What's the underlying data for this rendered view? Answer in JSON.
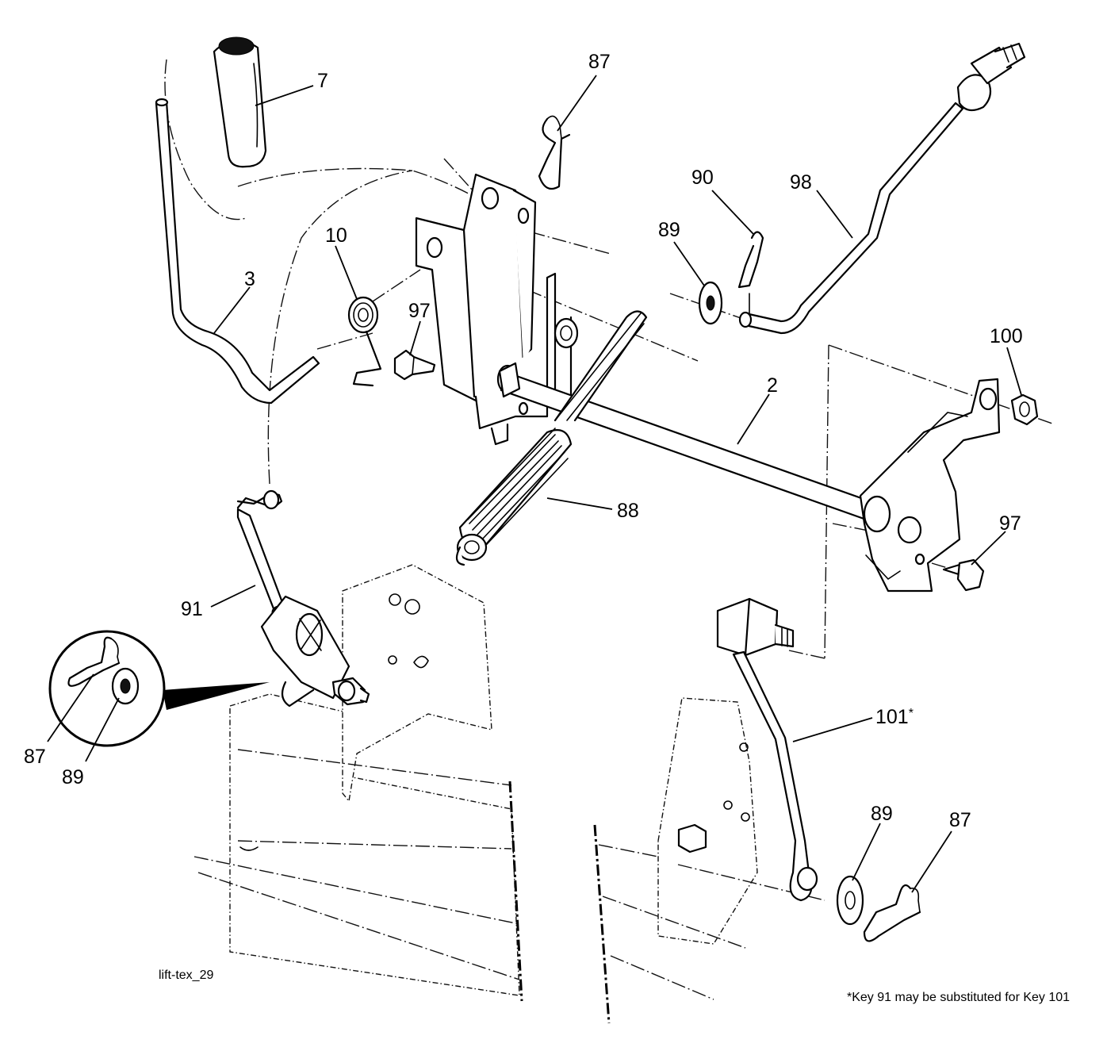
{
  "diagram": {
    "figure_id": "lift-tex_29",
    "footnote": "*Key 91 may be substituted for Key 101",
    "callouts": [
      {
        "id": "7",
        "text": "7"
      },
      {
        "id": "87a",
        "text": "87"
      },
      {
        "id": "90",
        "text": "90"
      },
      {
        "id": "98",
        "text": "98"
      },
      {
        "id": "89a",
        "text": "89"
      },
      {
        "id": "10",
        "text": "10"
      },
      {
        "id": "3",
        "text": "3"
      },
      {
        "id": "97a",
        "text": "97"
      },
      {
        "id": "100",
        "text": "100"
      },
      {
        "id": "2",
        "text": "2"
      },
      {
        "id": "88",
        "text": "88"
      },
      {
        "id": "97b",
        "text": "97"
      },
      {
        "id": "91",
        "text": "91"
      },
      {
        "id": "101",
        "text": "101",
        "superscript": "*"
      },
      {
        "id": "87b",
        "text": "87"
      },
      {
        "id": "89b",
        "text": "89"
      },
      {
        "id": "89c",
        "text": "89"
      },
      {
        "id": "87c",
        "text": "87"
      }
    ]
  }
}
